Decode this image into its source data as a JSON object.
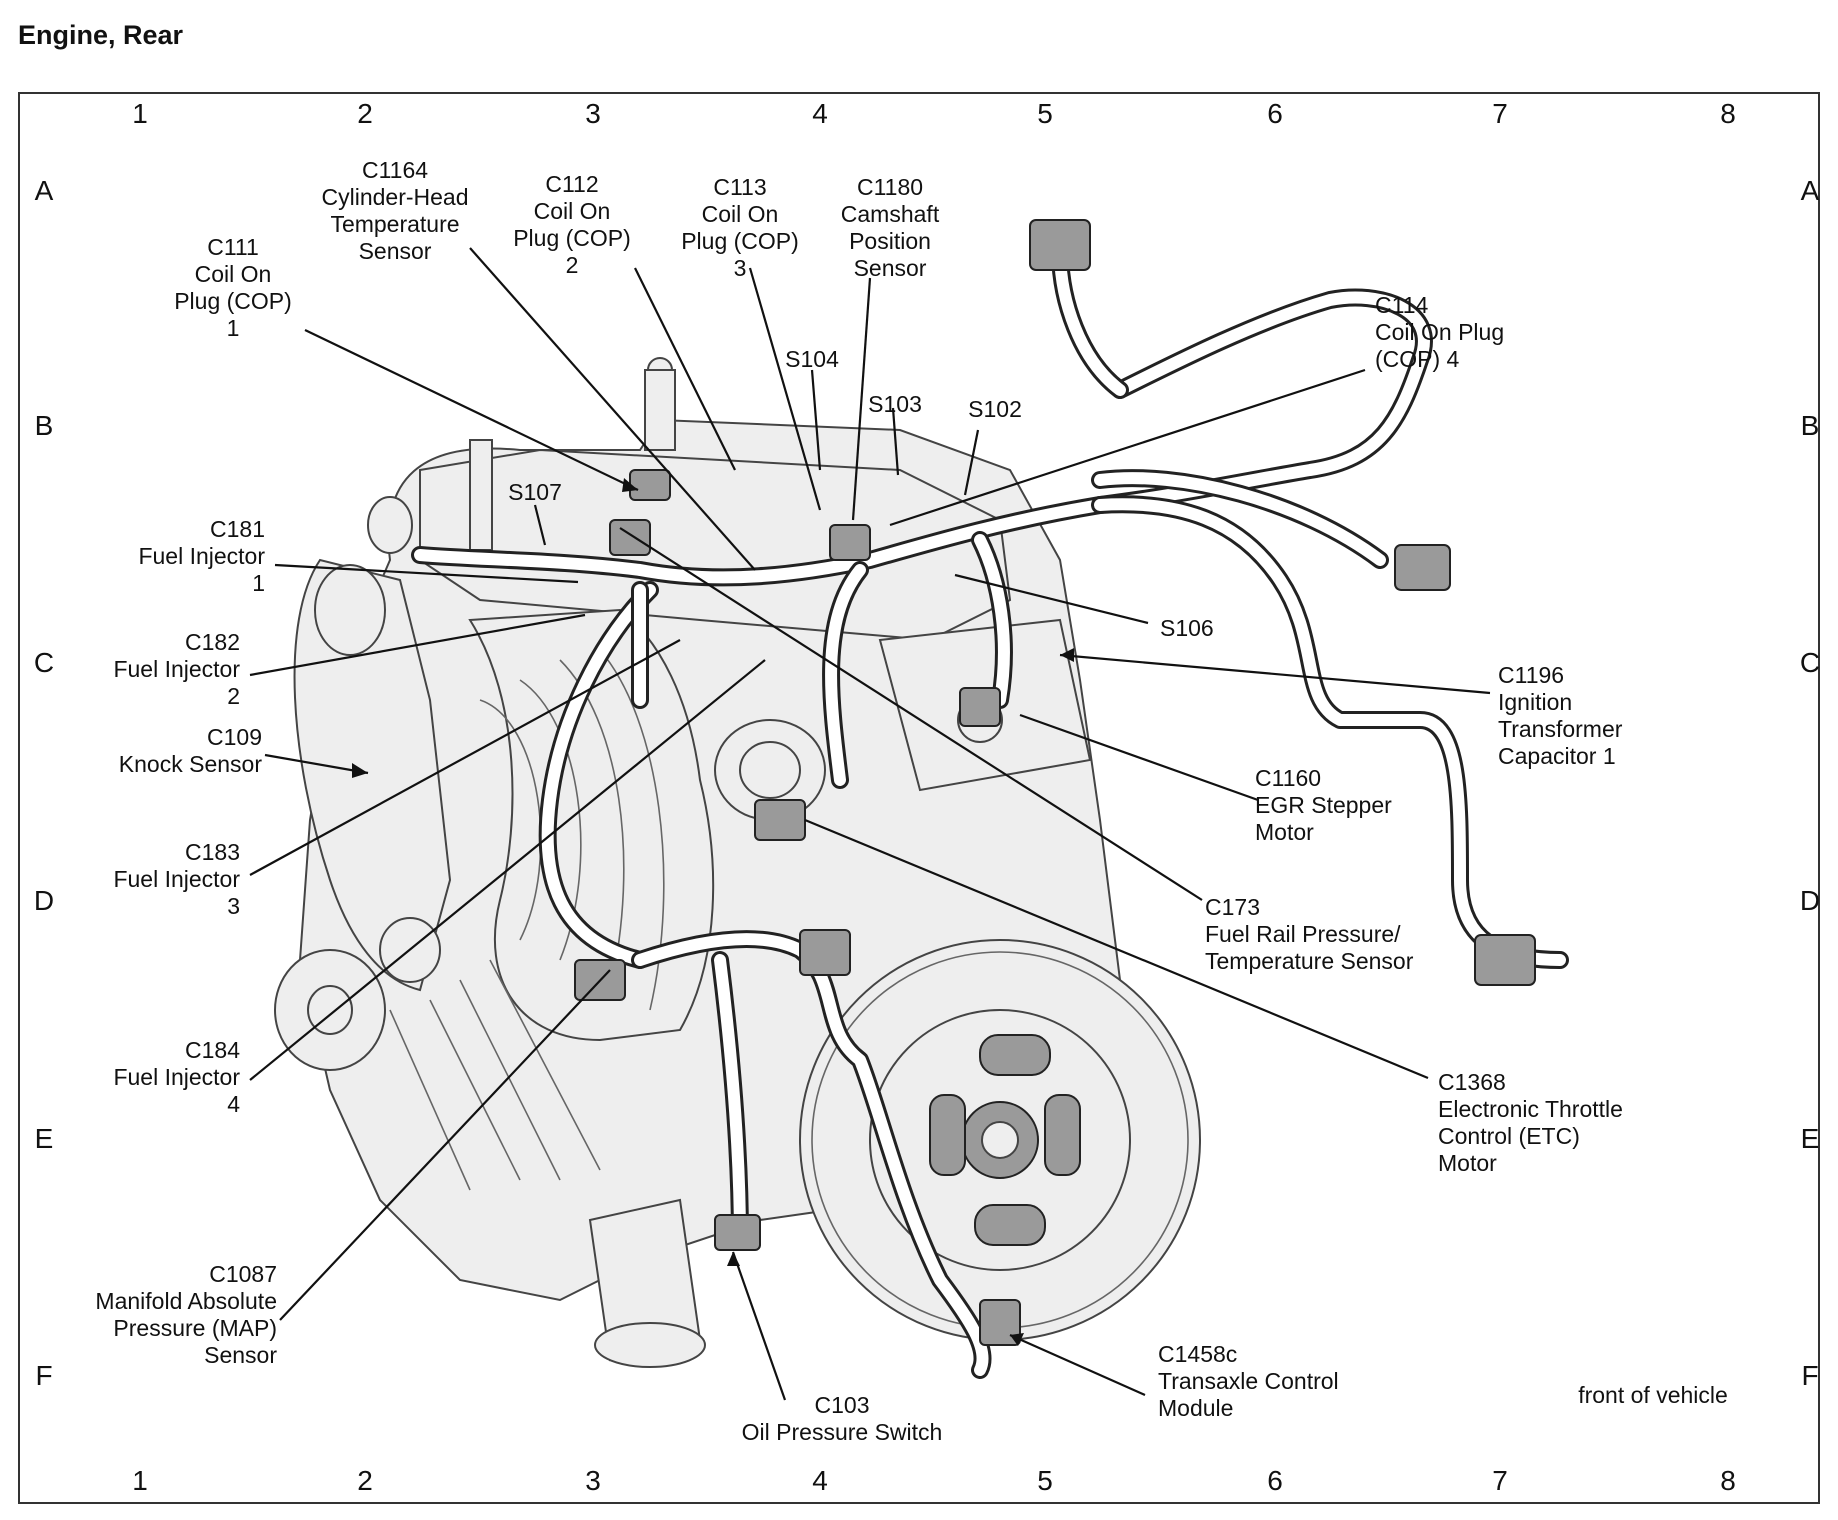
{
  "title": "Engine, Rear",
  "grid": {
    "columns": [
      "1",
      "2",
      "3",
      "4",
      "5",
      "6",
      "7",
      "8"
    ],
    "rows": [
      "A",
      "B",
      "C",
      "D",
      "E",
      "F"
    ]
  },
  "callouts": [
    {
      "id": "c111",
      "lines": [
        "C111",
        "Coil On",
        "Plug (COP)",
        "1"
      ]
    },
    {
      "id": "c1164",
      "lines": [
        "C1164",
        "Cylinder-Head",
        "Temperature",
        "Sensor"
      ]
    },
    {
      "id": "c112",
      "lines": [
        "C112",
        "Coil On",
        "Plug (COP)",
        "2"
      ]
    },
    {
      "id": "c113",
      "lines": [
        "C113",
        "Coil On",
        "Plug (COP)",
        "3"
      ]
    },
    {
      "id": "c1180",
      "lines": [
        "C1180",
        "Camshaft",
        "Position",
        "Sensor"
      ]
    },
    {
      "id": "c114",
      "lines": [
        "C114",
        "Coil On Plug",
        "(COP) 4"
      ]
    },
    {
      "id": "s104",
      "lines": [
        "S104"
      ]
    },
    {
      "id": "s103",
      "lines": [
        "S103"
      ]
    },
    {
      "id": "s102",
      "lines": [
        "S102"
      ]
    },
    {
      "id": "s107",
      "lines": [
        "S107"
      ]
    },
    {
      "id": "c181",
      "lines": [
        "C181",
        "Fuel Injector",
        "1"
      ]
    },
    {
      "id": "s106",
      "lines": [
        "S106"
      ]
    },
    {
      "id": "c182",
      "lines": [
        "C182",
        "Fuel Injector",
        "2"
      ]
    },
    {
      "id": "c1196",
      "lines": [
        "C1196",
        "Ignition",
        "Transformer",
        "Capacitor 1"
      ]
    },
    {
      "id": "c109",
      "lines": [
        "C109",
        "Knock Sensor"
      ]
    },
    {
      "id": "c1160",
      "lines": [
        "C1160",
        "EGR Stepper",
        "Motor"
      ]
    },
    {
      "id": "c183",
      "lines": [
        "C183",
        "Fuel Injector",
        "3"
      ]
    },
    {
      "id": "c173",
      "lines": [
        "C173",
        "Fuel Rail Pressure/",
        "Temperature Sensor"
      ]
    },
    {
      "id": "c184",
      "lines": [
        "C184",
        "Fuel Injector",
        "4"
      ]
    },
    {
      "id": "c1368",
      "lines": [
        "C1368",
        "Electronic Throttle",
        "Control (ETC)",
        "Motor"
      ]
    },
    {
      "id": "c1087",
      "lines": [
        "C1087",
        "Manifold Absolute",
        "Pressure (MAP)",
        "Sensor"
      ]
    },
    {
      "id": "c1458c",
      "lines": [
        "C1458c",
        "Transaxle Control",
        "Module"
      ]
    },
    {
      "id": "c103",
      "lines": [
        "C103",
        "Oil Pressure Switch"
      ]
    }
  ],
  "note": "front of vehicle"
}
